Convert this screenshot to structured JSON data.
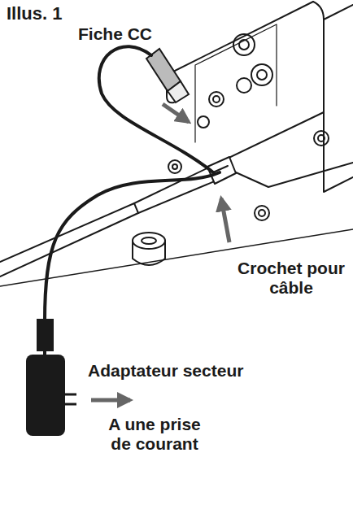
{
  "diagram": {
    "title": "Illus. 1",
    "labels": [
      "Fiche CC",
      "Crochet pour câble",
      "Adaptateur secteur",
      "A une prise de courant"
    ]
  }
}
